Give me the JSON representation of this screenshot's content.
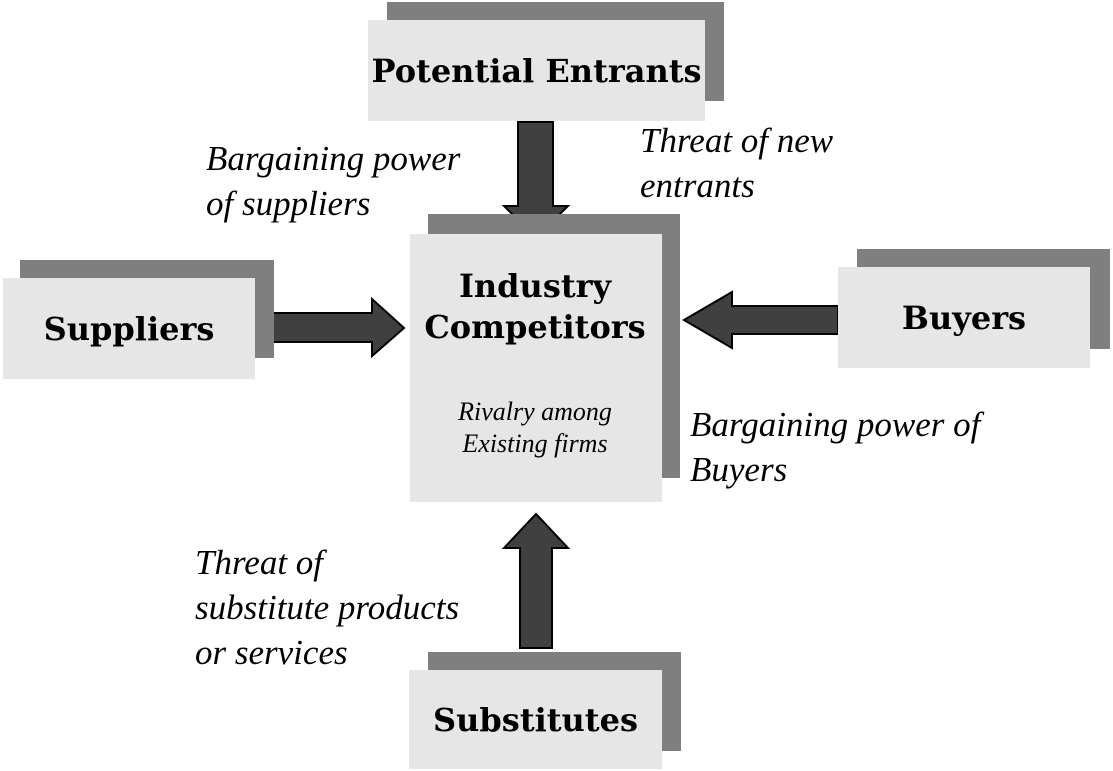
{
  "diagram": {
    "center": {
      "title_line1": "Industry",
      "title_line2": "Competitors",
      "sub_line1": "Rivalry among",
      "sub_line2": "Existing firms"
    },
    "boxes": {
      "potential_entrants": "Potential Entrants",
      "suppliers": "Suppliers",
      "buyers": "Buyers",
      "substitutes": "Substitutes"
    },
    "labels": {
      "bargaining_suppliers_1": "Bargaining power",
      "bargaining_suppliers_2": "of suppliers",
      "threat_new_1": "Threat of new",
      "threat_new_2": "entrants",
      "bargaining_buyers_1": "Bargaining power of",
      "bargaining_buyers_2": "Buyers",
      "threat_sub_1": "Threat of",
      "threat_sub_2": "substitute products",
      "threat_sub_3": "or services"
    },
    "colors": {
      "box_fill": "#e6e6e6",
      "box_shadow": "#7f7f7f",
      "arrow_fill": "#404040",
      "arrow_stroke": "#000000"
    }
  }
}
